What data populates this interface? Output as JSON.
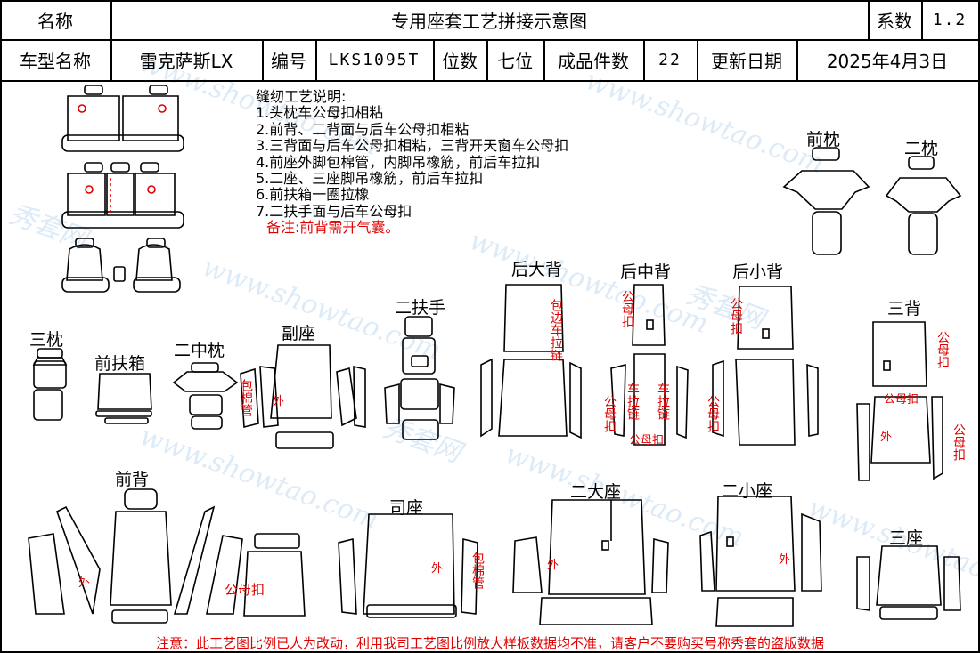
{
  "header": {
    "name_label": "名称",
    "name_value": "专用座套工艺拼接示意图",
    "coef_label": "系数",
    "coef_value": "1.2",
    "model_label": "车型名称",
    "model_value": "雷克萨斯LX",
    "code_label": "编号",
    "code_value": "LKS1095T",
    "seats_label": "位数",
    "seats_value": "七位",
    "pieces_label": "成品件数",
    "pieces_value": "22",
    "date_label": "更新日期",
    "date_value": "2025年4月3日"
  },
  "notes": {
    "title": "缝纫工艺说明:",
    "items": [
      "1.头枕车公母扣相粘",
      "2.前背、二背面与后车公母扣相粘",
      "3.三背面与后车公母扣相粘，三背开天窗车公母扣",
      "4.前座外脚包棉管，内脚吊橡筋，前后车拉扣",
      "5.二座、三座脚吊橡筋，前后车拉扣",
      "6.前扶箱一圈拉橡",
      "7.二扶手面与后车公母扣"
    ],
    "remark": "备注:前背需开气囊。"
  },
  "parts": {
    "front_headrest": "前枕",
    "second_headrest": "二枕",
    "rear_big_back": "后大背",
    "rear_mid_back": "后中背",
    "rear_small_back": "后小背",
    "third_back": "三背",
    "third_headrest": "三枕",
    "front_armbox": "前扶箱",
    "second_mid_headrest": "二中枕",
    "passenger_seat": "副座",
    "second_armrest": "二扶手",
    "front_back": "前背",
    "driver_seat": "司座",
    "second_big_seat": "二大座",
    "second_small_seat": "二小座",
    "third_seat": "三座"
  },
  "annotations": {
    "outer": "外",
    "snap": "公母扣",
    "cotton_tube": "包棉管",
    "edge_pull": "包边车拉链",
    "pull_snap": "车拉链",
    "mother_snap": "公母扣"
  },
  "watermark": {
    "url": "www.showtao.com",
    "brand": "秀套网"
  },
  "footer": "注意：此工艺图比例已人为改动，利用我司工艺图比例放大样板数据均不准，请客户不要购买号称秀套的盗版数据",
  "colors": {
    "annotation": "#e00000",
    "line": "#000000",
    "watermark": "#9ec7ea"
  }
}
